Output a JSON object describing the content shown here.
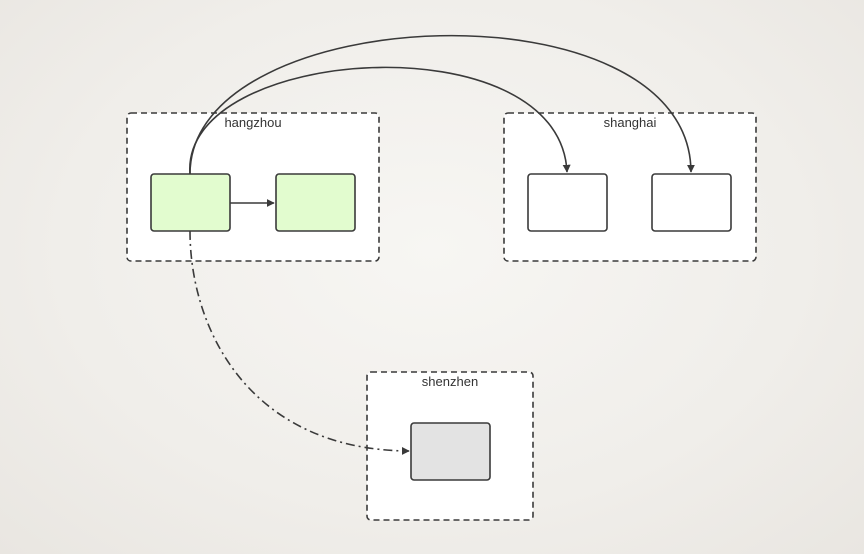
{
  "diagram": {
    "groups": [
      {
        "id": "hangzhou",
        "label": "hangzhou"
      },
      {
        "id": "shanghai",
        "label": "shanghai"
      },
      {
        "id": "shenzhen",
        "label": "shenzhen"
      }
    ],
    "nodes": [
      {
        "id": "hz-1",
        "group": "hangzhou",
        "fill": "#e2fccf"
      },
      {
        "id": "hz-2",
        "group": "hangzhou",
        "fill": "#e2fccf"
      },
      {
        "id": "sh-1",
        "group": "shanghai",
        "fill": "#ffffff"
      },
      {
        "id": "sh-2",
        "group": "shanghai",
        "fill": "#ffffff"
      },
      {
        "id": "sz-1",
        "group": "shenzhen",
        "fill": "#e3e3e3"
      }
    ],
    "edges": [
      {
        "from": "hz-1",
        "to": "hz-2",
        "style": "solid"
      },
      {
        "from": "hz-1",
        "to": "sh-1",
        "style": "solid"
      },
      {
        "from": "hz-1",
        "to": "sh-2",
        "style": "solid"
      },
      {
        "from": "hz-1",
        "to": "sz-1",
        "style": "dash-dot"
      }
    ],
    "colors": {
      "stroke": "#3a3a3a",
      "group_fill": "#ffffff",
      "group_border": "#3a3a3a"
    }
  }
}
